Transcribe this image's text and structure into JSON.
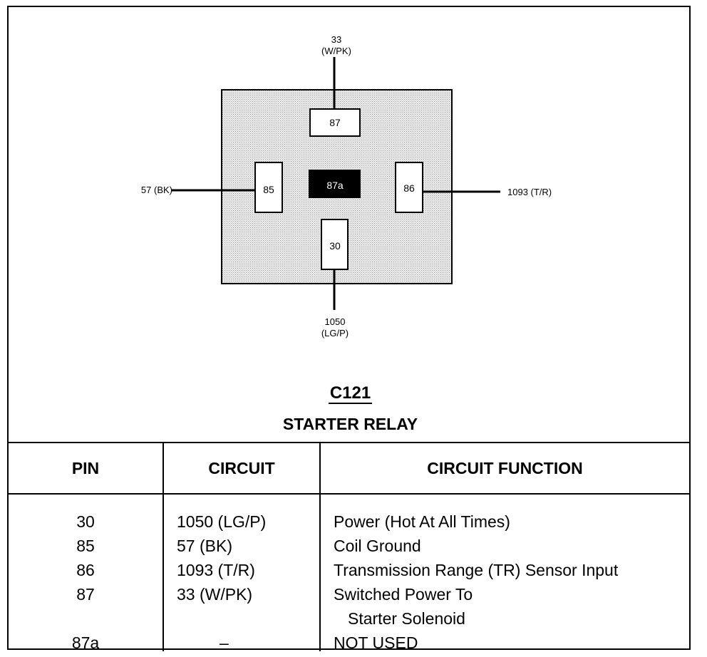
{
  "diagram": {
    "connector_id": "C121",
    "connector_name": "STARTER RELAY",
    "terminals": [
      {
        "pin": "87",
        "wire": [
          "33",
          "(W/PK)"
        ]
      },
      {
        "pin": "85",
        "wire": [
          "57 (BK)"
        ]
      },
      {
        "pin": "86",
        "wire": [
          "1093 (T/R)"
        ]
      },
      {
        "pin": "30",
        "wire": [
          "1050",
          "(LG/P)"
        ]
      },
      {
        "pin": "87a",
        "wire": []
      }
    ]
  },
  "table": {
    "headers": [
      "PIN",
      "CIRCUIT",
      "CIRCUIT FUNCTION"
    ],
    "rows": [
      {
        "pin": "30",
        "circuit": "1050 (LG/P)",
        "function": "Power (Hot At All Times)"
      },
      {
        "pin": "85",
        "circuit": "57 (BK)",
        "function": "Coil Ground"
      },
      {
        "pin": "86",
        "circuit": "1093 (T/R)",
        "function": "Transmission Range (TR) Sensor Input"
      },
      {
        "pin": "87",
        "circuit": "33 (W/PK)",
        "function": "Switched Power To"
      },
      {
        "pin": "",
        "circuit": "",
        "function": "Starter Solenoid"
      },
      {
        "pin": "87a",
        "circuit": "–",
        "function": "NOT USED"
      }
    ]
  }
}
